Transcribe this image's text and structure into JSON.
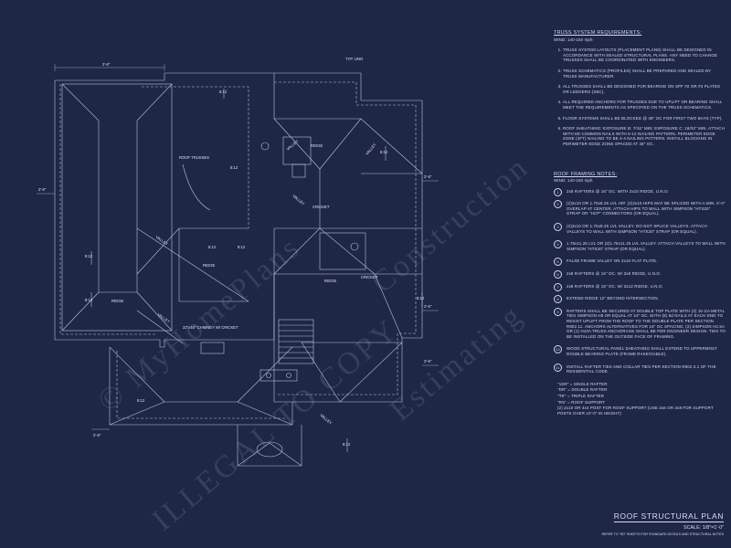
{
  "truss": {
    "title": "TRUSS SYSTEM REQUIREMENTS:",
    "wind": "WIND: 140-150 mph",
    "items": [
      "TRUSS SYSTEM LAYOUTS (PLACEMENT PLANS) SHALL BE DESIGNED IN ACCORDANCE WITH SEALED STRUCTURAL PLANS. ANY NEED TO CHANGE TRUSSES SHALL BE COORDINATED WITH ENGINEERS.",
      "TRUSS SCHEMATICS (PROFILES) SHALL BE PREPARED AND SEALED BY TRUSS MANUFACTURER.",
      "ALL TRUSSES SHALL BE DESIGNED FOR BEARING ON SPF #2 OR #3 PLATES OR LEDGERS (SBC).",
      "ALL REQUIRED ANCHORS FOR TRUSSES DUE TO UPLIFT OR BEARING SHALL MEET THE REQUIREMENTS AS SPECIFIED ON THE TRUSS SCHEMATICS.",
      "FLOOR SYSTEMS SHALL BE BLOCKED @ 48\" OC FOR FIRST TWO BAYS (TYP).",
      "ROOF SHEATHING: EXPOSURE B: 7/16\" MIN; EXPOSURE C: 19/32\" MIN. ATTACH WITH 8D COMMON NAILS WITH 6-12 NAILING PATTERN. PERIMETER EDGE ZONE (4FT) NAILING TO BE 4-4 NAILING PATTERN. INSTALL BLOCKING IN PERIMETER EDGE ZONE SPACED AT 48\" OC."
    ]
  },
  "framing": {
    "title": "ROOF FRAMING NOTES:",
    "wind": "WIND: 140-150 mph",
    "items": [
      "2x8 RAFTERS @ 16\" OC. WITH 2x10 RIDGE, U.N.O.",
      "(2)2x10 OR 1.75x9.25 LVL HIP. (2)2x10 HIPS MAY BE SPLICED WITH A MIN. 6'-0\" OVERLAP AT CENTER. ATTACH HIPS TO WALL WITH SIMPSON \"HTS20\" STRAP OR \"HCP\" CONNECTORS (OR EQUAL).",
      "(2)2x10 OR 1.75x9.25 LVL VALLEY. DO NOT SPLICE VALLEYS. ATTACH VALLEYS TO WALL WITH SIMPSON \"HTS20\" STRAP (OR EQUAL).",
      "1.75x11.25 LVL OR (2)1.75x11.25 LVL VALLEY. ATTACH VALLEYS TO WALL WITH SIMPSON \"HTS20\" STRAP (OR EQUAL).",
      "FALSE FRAME VALLEY ON 2x10 FLAT PLATE.",
      "2x8 RAFTERS @ 16\" OC. W/ 2x8 RIDGE, U.N.O.",
      "2x8 RAFTERS @ 16\" OC. W/ 2x12 RIDGE, U.N.O.",
      "EXTEND RIDGE 12\" BEYOND INTERSECTION.",
      "RAFTERS SHALL BE SECURED AT DOUBLE TOP PLATE WITH (2) 16 GA METAL TIES SIMPSON H8 OR EQUAL AT 24\" OC. WITH (8) 8d NAILS AT EACH END TO RESIST UPLIFT FROM THE ROOF TO THE DOUBLE PLATE PER SECTION R802.11. ANCHORS ALTERNATIVES FOR 16\" OC SPACING: (2) SIMPSON H2.5A OR (1) H10A TRUSS ANCHORAGE SHALL BE PER ENGINEER DESIGN. TIES TO BE INSTALLED ON THE OUTSIDE FACE OF FRAMING.",
      "WOOD STRUCTURAL PANEL SHEATHING SHALL EXTEND TO UPPERMOST DOUBLE BEARING PLATE (FRAME RAKE/GABLE).",
      "INSTALL RAFTER TIES AND COLLAR TIES PER SECTION R802.3.1 OF THE RESIDENTIAL CODE."
    ],
    "legend": [
      "\"1SR\" = SINGLE RAFTER",
      "\"DR\" = DOUBLE RAFTER",
      "\"TR\" = TRIPLE RAFTER",
      "\"RS\" = ROOF SUPPORT",
      "(2) 2x10 OR 4x4 POST FOR ROOF SUPPORT (USE 2x6 OR 2x8 FOR SUPPORT POSTS OVER 10'-0\" IN HEIGHT)"
    ]
  },
  "title_block": {
    "title": "ROOF STRUCTURAL PLAN",
    "scale": "SCALE: 1/8\"=1'-0\"",
    "ref": "REFER TO \"SD\" SHEETS FOR STANDARD DETAILS AND STRUCTURAL NOTES"
  },
  "plan_labels": {
    "ridge_main": "RIDGE",
    "ridge_left": "RIDGE",
    "ridge_center": "RIDGE",
    "ridge_lower": "RIDGE",
    "valley_1": "VALLEY",
    "valley_2": "VALLEY",
    "valley_3": "VALLEY",
    "valley_4": "VALLEY",
    "valley_5": "VALLEY",
    "valley_6": "VALLEY",
    "cricket_1": "CRICKET",
    "cricket_2": "CRICKET",
    "roof_trusses": "ROOF TRUSSES",
    "chimney": "22\"x48\" CHIMNEY W/ CRICKET",
    "pitch_1": "8:12",
    "pitch_2": "8:12",
    "pitch_3": "8:12",
    "pitch_4": "8:12",
    "pitch_5": "8:12",
    "pitch_6": "8:12",
    "pitch_7": "8:12",
    "pitch_8": "8:12",
    "pitch_9": "8:12",
    "pitch_10": "8:12",
    "dim_1": "2'-6\"",
    "dim_2": "2'-6\"",
    "dim_3": "2'-6\"",
    "dim_4": "2'-6\"",
    "dim_5": "2'-6\"",
    "dim_6": "2'-6\"",
    "tie_uno": "TYP. UNO"
  },
  "watermark": {
    "line1": "© MyHomePlans",
    "line2": "ILLEGAL TO COPY",
    "line3": "Construction",
    "line4": "Estimating"
  }
}
